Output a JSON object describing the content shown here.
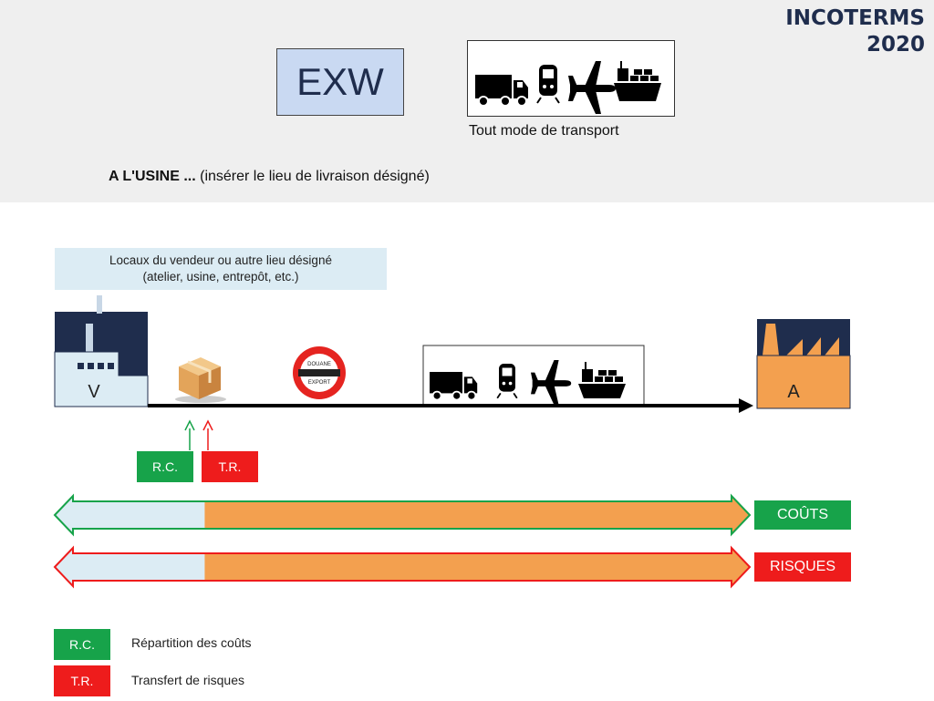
{
  "header": {
    "title_line1": "INCOTERMS",
    "title_line2": "2020",
    "incoterm_code": "EXW",
    "transport_caption": "Tout mode de transport",
    "subtitle_bold": "A L'USINE ...",
    "subtitle_rest": " (insérer le lieu de livraison désigné)"
  },
  "diagram": {
    "place_line1": "Locaux du vendeur ou autre lieu désigné",
    "place_line2": "(atelier, usine, entrepôt, etc.)",
    "seller_letter": "V",
    "buyer_letter": "A",
    "customs_line1": "DOUANE",
    "customs_line2": "EXPORT",
    "rc_badge": "R.C.",
    "tr_badge": "T.R."
  },
  "bars": {
    "costs_label": "COÛTS",
    "risks_label": "RISQUES",
    "seller_share": 0.2
  },
  "legend": {
    "rc_badge": "R.C.",
    "rc_text": "Répartition des coûts",
    "tr_badge": "T.R.",
    "tr_text": "Transfert de risques"
  },
  "colors": {
    "navy": "#1f2d4d",
    "green": "#17a34a",
    "red": "#ee1c1c",
    "orange": "#f3a04f",
    "light_blue": "#dcecf4",
    "exw_blue": "#c9d9f2"
  },
  "icons": [
    "truck-icon",
    "train-icon",
    "airplane-icon",
    "ship-icon",
    "factory-icon",
    "package-icon",
    "customs-sign-icon"
  ]
}
